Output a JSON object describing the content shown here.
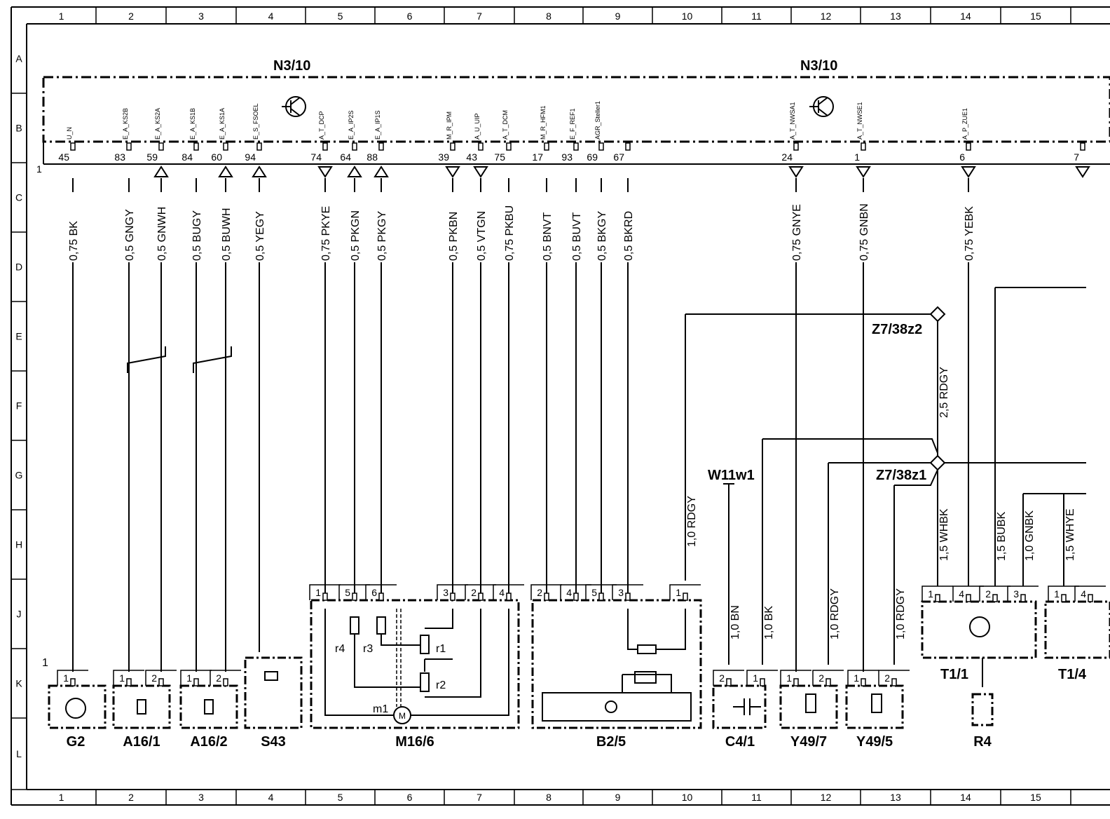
{
  "grid": {
    "columns": [
      "1",
      "2",
      "3",
      "4",
      "5",
      "6",
      "7",
      "8",
      "9",
      "10",
      "11",
      "12",
      "13",
      "14",
      "15"
    ],
    "rows": [
      "A",
      "B",
      "C",
      "D",
      "E",
      "F",
      "G",
      "H",
      "J",
      "K",
      "L"
    ]
  },
  "module": {
    "left_label": "N3/10",
    "right_label": "N3/10",
    "ground_marker": "1"
  },
  "pins": [
    {
      "num": "45",
      "sig": "U_N",
      "wire": "0,75 BK",
      "arrow": "none"
    },
    {
      "num": "83",
      "sig": "E_A_KS2B",
      "wire": "0,5 GNGY",
      "arrow": "none"
    },
    {
      "num": "59",
      "sig": "E_A_KS2A",
      "wire": "0,5 GNWH",
      "arrow": "up"
    },
    {
      "num": "84",
      "sig": "E_A_KS1B",
      "wire": "0,5 BUGY",
      "arrow": "none"
    },
    {
      "num": "60",
      "sig": "E_A_KS1A",
      "wire": "0,5 BUWH",
      "arrow": "up"
    },
    {
      "num": "94",
      "sig": "E_S_FSOEL",
      "wire": "0,5 YEGY",
      "arrow": "up"
    },
    {
      "num": "74",
      "sig": "A_T_DCP",
      "wire": "0,75 PKYE",
      "arrow": "down"
    },
    {
      "num": "64",
      "sig": "E_A_IP2S",
      "wire": "0,5 PKGN",
      "arrow": "up"
    },
    {
      "num": "88",
      "sig": "E_A_IP1S",
      "wire": "0,5 PKGY",
      "arrow": "up"
    },
    {
      "num": "39",
      "sig": "M_R_IPM",
      "wire": "0,5 PKBN",
      "arrow": "down"
    },
    {
      "num": "43",
      "sig": "A_U_UIP",
      "wire": "0,5 VTGN",
      "arrow": "down"
    },
    {
      "num": "75",
      "sig": "A_T_DCM",
      "wire": "0,75 PKBU",
      "arrow": "none"
    },
    {
      "num": "17",
      "sig": "M_R_HFM1",
      "wire": "0,5 BNVT",
      "arrow": "none"
    },
    {
      "num": "93",
      "sig": "E_F_REF1",
      "wire": "0,5 BUVT",
      "arrow": "none"
    },
    {
      "num": "69",
      "sig": "AGR_Steller1",
      "wire": "0,5 BKGY",
      "arrow": "none"
    },
    {
      "num": "67",
      "sig": "",
      "wire": "0,5 BKRD",
      "arrow": "none"
    },
    {
      "num": "24",
      "sig": "A_T_NWSA1",
      "wire": "0,75 GNYE",
      "arrow": "down"
    },
    {
      "num": "1",
      "sig": "A_T_NWSE1",
      "wire": "0,75 GNBN",
      "arrow": "down"
    },
    {
      "num": "6",
      "sig": "A_P_ZUE1",
      "wire": "0,75 YEBK",
      "arrow": "down"
    },
    {
      "num": "7",
      "sig": "",
      "wire": "",
      "arrow": "down"
    }
  ],
  "splices": {
    "z2": "Z7/38z2",
    "z1": "Z7/38z1",
    "z2_wire": "2,5 RDGY",
    "w11": "W11w1"
  },
  "extra_wires": {
    "rdgy_b25": "1,0 RDGY",
    "c41_bn": "1,0 BN",
    "c41_bk": "1,0 BK",
    "y497_rdgy": "1,0 RDGY",
    "y495_rdgy": "1,0 RDGY",
    "t11_whbk": "1,5 WHBK",
    "t11_bubk": "1,5 BUBK",
    "t11_gnbk": "1,0 GNBK",
    "t14_whye": "1,5 WHYE"
  },
  "components": [
    {
      "id": "G2",
      "pins": [
        "1"
      ]
    },
    {
      "id": "A16/1",
      "pins": [
        "1",
        "2"
      ]
    },
    {
      "id": "A16/2",
      "pins": [
        "1",
        "2"
      ]
    },
    {
      "id": "S43",
      "pins": []
    },
    {
      "id": "M16/6",
      "pins": [
        "1",
        "5",
        "6",
        "3",
        "2",
        "4"
      ]
    },
    {
      "id": "B2/5",
      "pins": [
        "2",
        "4",
        "5",
        "3",
        "1"
      ]
    },
    {
      "id": "C4/1",
      "pins": [
        "2",
        "1"
      ]
    },
    {
      "id": "Y49/7",
      "pins": [
        "1",
        "2"
      ]
    },
    {
      "id": "Y49/5",
      "pins": [
        "1",
        "2"
      ]
    },
    {
      "id": "R4",
      "pins": []
    },
    {
      "id": "T1/1",
      "pins": [
        "1",
        "4",
        "2",
        "3"
      ]
    },
    {
      "id": "T1/4",
      "pins": [
        "1",
        "4"
      ]
    }
  ],
  "m16_internal": {
    "r1": "r1",
    "r2": "r2",
    "r3": "r3",
    "r4": "r4",
    "m1": "m1",
    "motor": "M"
  },
  "g2_marker": "1"
}
